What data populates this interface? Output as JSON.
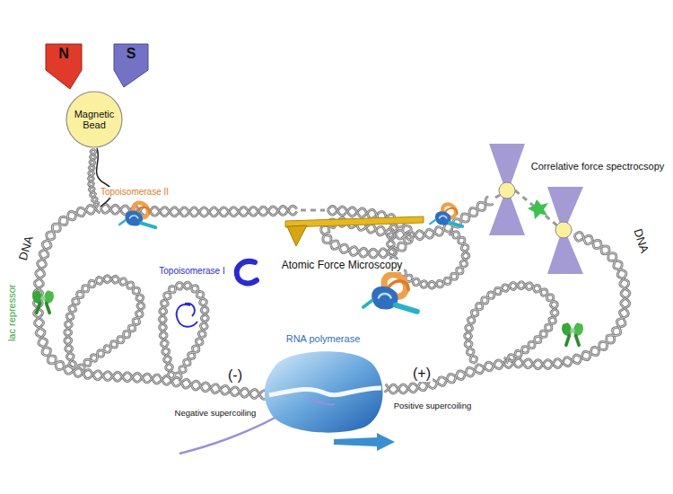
{
  "diagram": {
    "nodes": [
      {
        "text": [
          "N"
        ]
      },
      {
        "text": [
          "S"
        ]
      },
      {
        "text": [
          "Magnetic Bead"
        ]
      },
      {
        "text": [
          "RNA polymerase"
        ]
      }
    ],
    "labels": [
      "DNA",
      "Topoisomerase II",
      "Correlative force spectrocsopy",
      "Topoisomerase I",
      "Atomic Force Microscopy",
      "lac repressor",
      "DNA",
      "(-)",
      "(+)",
      "Negative supercoiling",
      "Positive supercoiling"
    ]
  }
}
